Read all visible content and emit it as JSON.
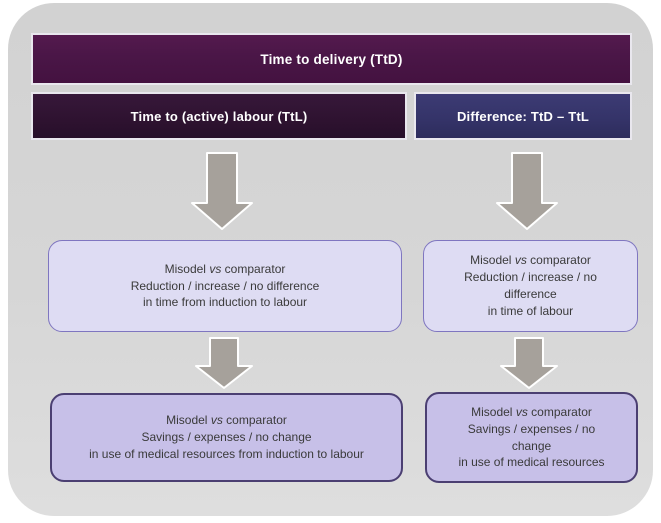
{
  "header": {
    "title": "Time to delivery (TtD)"
  },
  "subheaders": {
    "left": "Time to (active) labour (TtL)",
    "right": "Difference: TtD – TtL"
  },
  "common": {
    "brand": "Misodel",
    "vs": "vs",
    "comparator": "comparator"
  },
  "boxes": {
    "mid_left": {
      "lines": [
        "Reduction / increase / no difference",
        "in time from induction to labour"
      ]
    },
    "mid_right": {
      "lines": [
        "Reduction / increase / no",
        "difference",
        "in time of labour"
      ]
    },
    "bot_left": {
      "lines": [
        "Savings / expenses / no change",
        "in use of medical resources from induction to labour"
      ]
    },
    "bot_right": {
      "lines": [
        "Savings / expenses / no",
        "change",
        "in use of medical resources"
      ]
    }
  },
  "colors": {
    "header_bg": "#4a1647",
    "subheader_left_bg": "#2e1230",
    "subheader_right_bg": "#343368",
    "mid_box_bg": "#dedcf3",
    "mid_box_border": "#7f76c0",
    "bottom_box_bg": "#c7c0e8",
    "bottom_box_border": "#4b3f72",
    "arrow_fill": "#a6a19b",
    "panel_bg": "#d6d6d6",
    "bar_text": "#ffffff",
    "box_text": "#3a3a3a"
  }
}
